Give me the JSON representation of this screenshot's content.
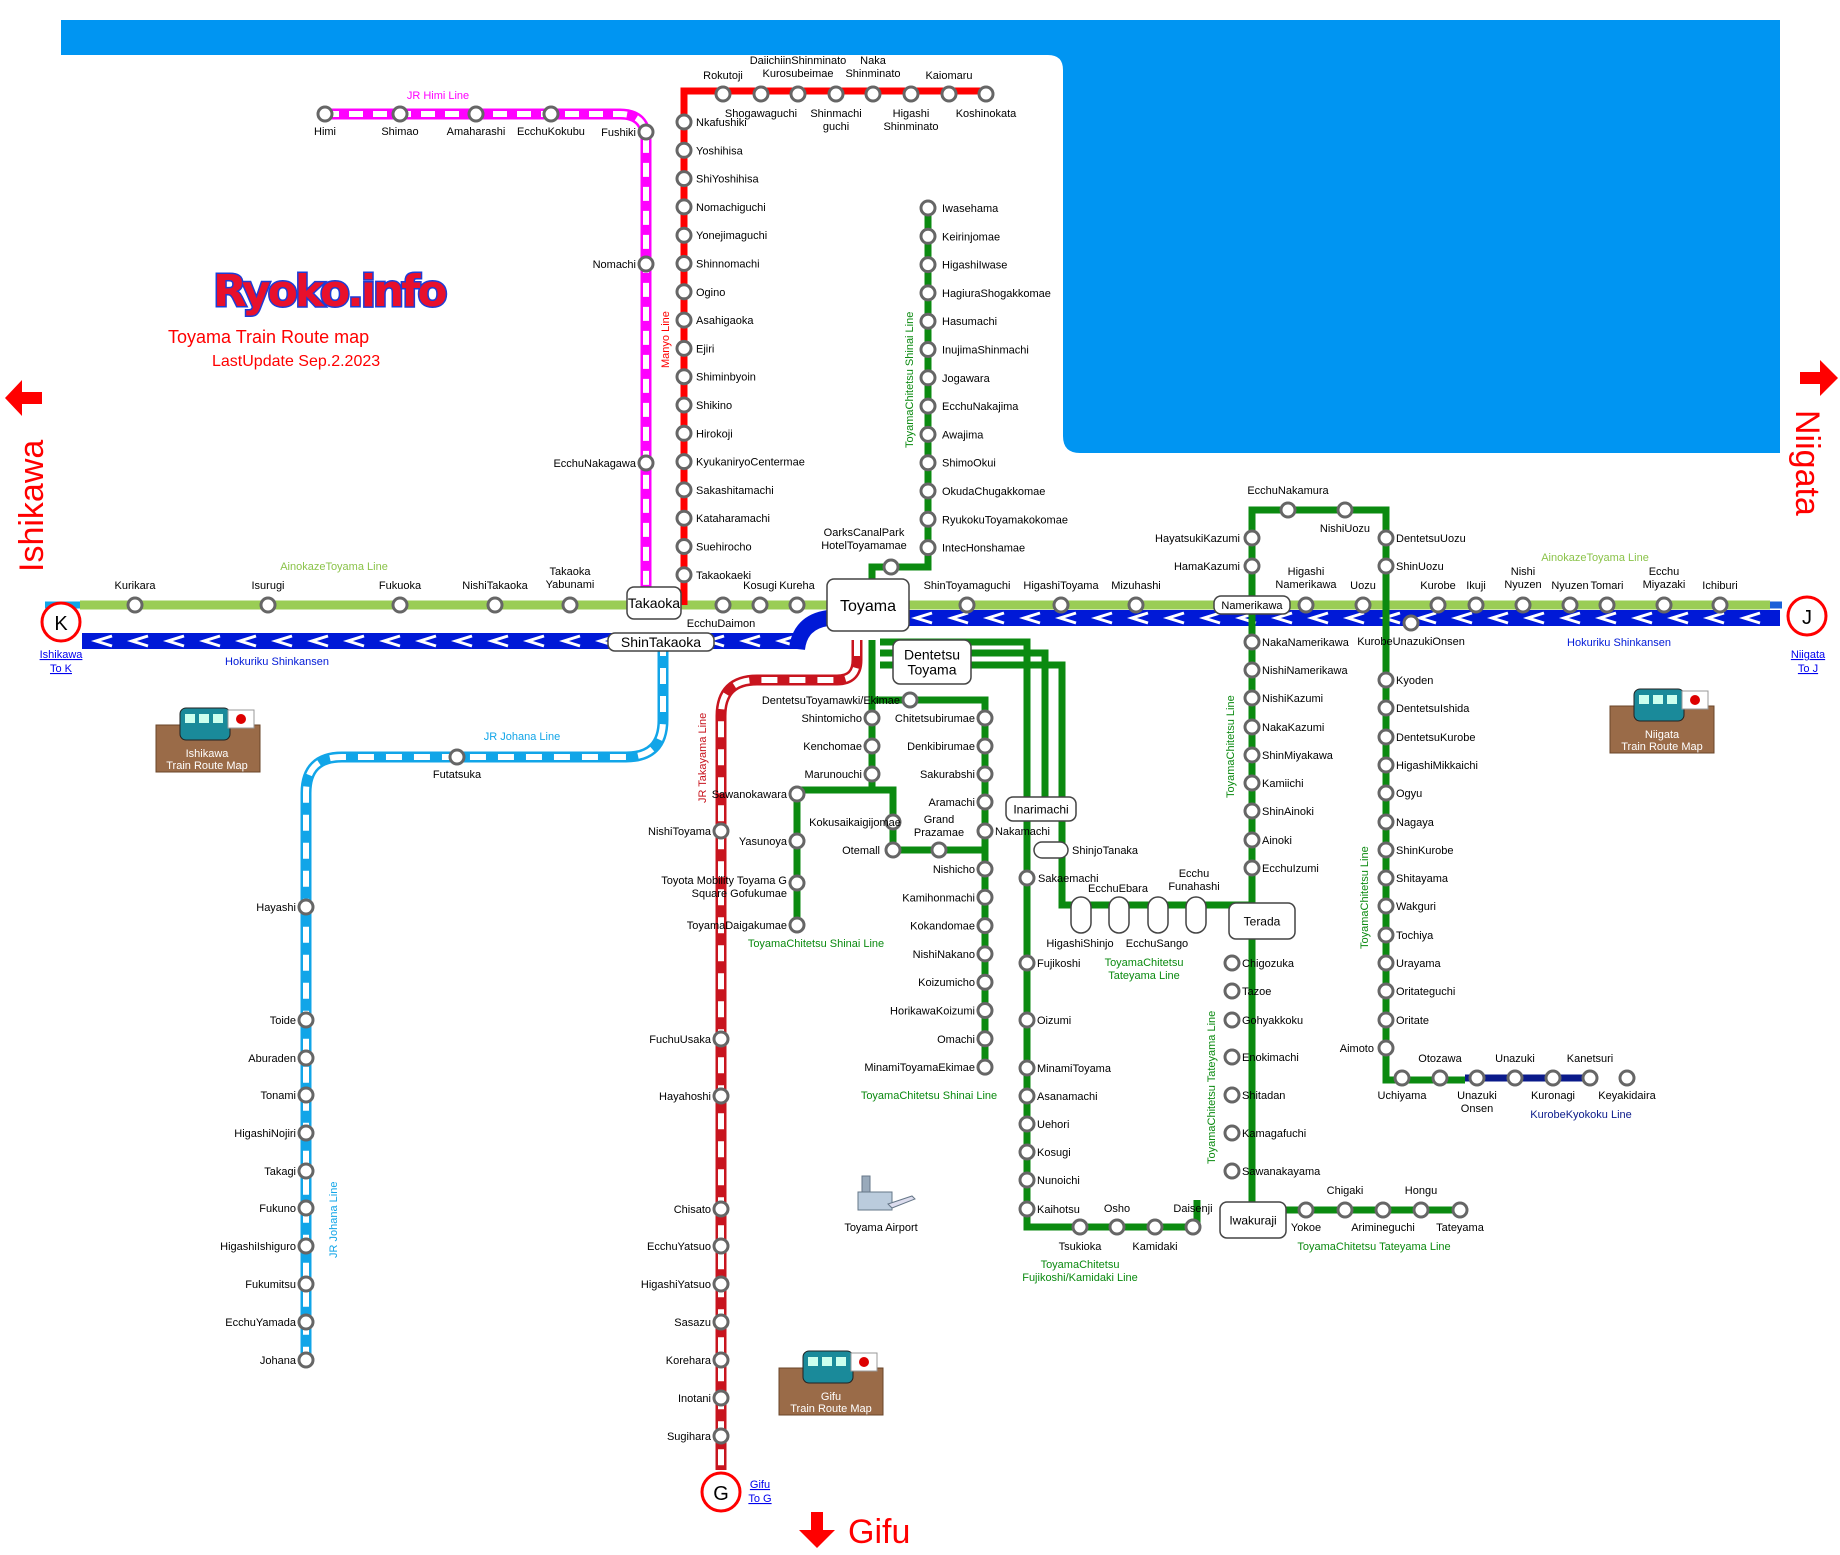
{
  "header": {
    "logo": "Ryoko.info",
    "title": "Toyama Train Route map",
    "updated": "LastUpdate Sep.2.2023"
  },
  "directions": {
    "west": "Ishikawa",
    "east": "Niigata",
    "south": "Gifu",
    "k_letter": "K",
    "j_letter": "J",
    "g_letter": "G",
    "k_link": [
      "Ishikawa",
      "To K"
    ],
    "j_link": [
      "Niigata",
      "To J"
    ],
    "g_link": [
      "Gifu",
      "To G"
    ]
  },
  "map_links": {
    "ishikawa": [
      "Ishikawa",
      "Train Route Map"
    ],
    "niigata": [
      "Niigata",
      "Train Route Map"
    ],
    "gifu": [
      "Gifu",
      "Train Route Map"
    ]
  },
  "airport": "Toyama Airport",
  "colors": {
    "sea": "#0095f2",
    "shinkansen": "#0019d7",
    "ainokaze": "#9acd55",
    "himi": "#ff00ff",
    "johana": "#11a5e8",
    "manyo": "#ff0000",
    "takayama": "#c8141e",
    "chitetsu": "#0b8a10",
    "kyokoku": "#0a1a8a",
    "direction": "#ff0000"
  },
  "line_names": {
    "himi": "JR Himi Line",
    "manyo": "Manyo Line",
    "shinai_vertical": "ToyamaChitetsu Shinai Line",
    "ainokaze_west": "AinokazeToyama Line",
    "ainokaze_east": "AinokazeToyama Line",
    "shinkansen_west": "Hokuriku Shinkansen",
    "shinkansen_east": "Hokuriku Shinkansen",
    "johana_h": "JR Johana Line",
    "johana_v": "JR Johana Line",
    "takayama": "JR Takayama Line",
    "shinai_loop": "ToyamaChitetsu Shinai Line",
    "shinai_south": "ToyamaChitetsu Shinai Line",
    "tateyama_mid": [
      "ToyamaChitetsu",
      "Tateyama Line"
    ],
    "fujikoshi": [
      "ToyamaChitetsu",
      "Fujikoshi/Kamidaki Line"
    ],
    "chitetsu_line_v": "ToyamaChitetsu Line",
    "chitetsu_line_v2": "ToyamaChitetsu Line",
    "tateyama_v": "ToyamaChitetsu Tateyama Line",
    "tateyama_east": "ToyamaChitetsu Tateyama Line",
    "kyokoku": "KurobeKyokoku Line"
  },
  "hubs": {
    "takaoka": "Takaoka",
    "shintakaoka": "ShinTakaoka",
    "toyama": "Toyama",
    "dentetsu": [
      "Dentetsu",
      "Toyama"
    ],
    "namerikawa": "Namerikawa",
    "inarimachi": "Inarimachi",
    "terada": "Terada",
    "iwakuraji": "Iwakuraji"
  },
  "stations": {
    "himi": [
      "Himi",
      "Shimao",
      "Amaharashi",
      "EcchuKokubu",
      "Fushiki"
    ],
    "johana_mid": [
      "Nomachi",
      "EcchuNakagawa"
    ],
    "manyo_top": [
      "Rokutoji",
      "Shogawaguchi",
      "Daiichiin Shinminato",
      "Kurosubeimae",
      "Shinmachi guchi",
      "Naka Shinminato",
      "Higashi Shinminato",
      "Kaiomaru",
      "Koshinokata"
    ],
    "manyo_top_lines": [
      "Rokutoji",
      [
        "Shogawaguchi"
      ],
      [
        "DaiichiinShinminato",
        "Kurosubeimae"
      ],
      [
        "Shinmachi",
        "guchi"
      ],
      [
        "Naka",
        "Shinminato"
      ],
      [
        "Higashi",
        "Shinminato"
      ],
      "Kaiomaru",
      "Koshinokata"
    ],
    "manyo_v": [
      "Nkafushiki",
      "Yoshihisa",
      "ShiYoshihisa",
      "Nomachiguchi",
      "Yonejimaguchi",
      "Shinnomachi",
      "Ogino",
      "Asahigaoka",
      "Ejiri",
      "Shiminbyoin",
      "Shikino",
      "Hirokoji",
      "KyukaniryoCentermae",
      "Sakashitamachi",
      "Kataharamachi",
      "Suehirocho",
      "Takaokaeki"
    ],
    "manyo_bottom": [
      "EcchuDaimon",
      "Kosugi",
      "Kureha"
    ],
    "shinai_v": [
      "Iwasehama",
      "Keirinjomae",
      "HigashiIwase",
      "HagiuraShogakkomae",
      "Hasumachi",
      "InujimaShinmachi",
      "Jogawara",
      "EcchuNakajima",
      "Awajima",
      "ShimoOkui",
      "OkudaChugakkomae",
      "RyukokuToyamakokomae",
      "IntecHonshamae",
      "OarksCanalPark HotelToyamamae"
    ],
    "oarks": [
      "OarksCanalPark",
      "HotelToyamamae"
    ],
    "ainokaze_w": [
      "Kurikara",
      "Isurugi",
      "Fukuoka",
      "NishiTakaoka",
      "Takaoka Yabunami"
    ],
    "takaoka_yabunami": [
      "Takaoka",
      "Yabunami"
    ],
    "ainokaze_e": [
      "ShinToyamaguchi",
      "HigashiToyama",
      "Mizuhashi",
      "Uozu",
      "Kurobe",
      "Ikuji",
      "Nyuzen",
      "Tomari",
      "Ichiburi"
    ],
    "higashi_namerikawa": [
      "Higashi",
      "Namerikawa"
    ],
    "nishi_nyuzen": [
      "Nishi",
      "Nyuzen"
    ],
    "ecchu_miyazaki": [
      "Ecchu",
      "Miyazaki"
    ],
    "johana": [
      "Futatsuka",
      "Hayashi",
      "Toide",
      "Aburaden",
      "Tonami",
      "HigashiNojiri",
      "Takagi",
      "Fukuno",
      "HigashiIshiguro",
      "Fukumitsu",
      "EcchuYamada",
      "Johana"
    ],
    "takayama": [
      "NishiToyama",
      "FuchuUsaka",
      "Hayahoshi",
      "Chisato",
      "EcchuYatsuo",
      "HigashiYatsuo",
      "Sasazu",
      "Korehara",
      "Inotani",
      "Sugihara"
    ],
    "shinai_w": [
      "DentetsuToyamawki/Ekimae",
      "Shintomicho",
      "Kenchomae",
      "Marunouchi",
      "Sawanokawara",
      "Yasunoya",
      "Toyota Mobility Toyama G Square Gofukumae",
      "ToyamaDaigakumae"
    ],
    "toyota": [
      "Toyota Mobility Toyama G",
      "Square Gofukumae"
    ],
    "shinai_loop": [
      "Kokusaikaigijomae",
      "Otemall",
      "Grand Prazamae",
      "Chitetsubiru mae",
      "Denkibirumae",
      "Sakurabshi",
      "Aramachi",
      "Nakamachi"
    ],
    "grand": [
      "Grand",
      "Prazamae"
    ],
    "chitetsubirumae": "Chitetsubirumae",
    "shinai_s": [
      "Nishicho",
      "Kamihonmachi",
      "Kokandomae",
      "NishiNakano",
      "Koizumicho",
      "HorikawaKoizumi",
      "Omachi",
      "MinamiToyamaEkimae"
    ],
    "fujikoshi": [
      "Sakaemachi",
      "Fujikoshi",
      "Oizumi",
      "MinamiToyama",
      "Asanamachi",
      "Uehori",
      "Kosugi",
      "Nunoichi",
      "Kaihotsu",
      "Tsukioka",
      "Osho",
      "Kamidaki",
      "Daisenji"
    ],
    "tateyama_mid": [
      "ShinjoTanaka",
      "HigashiShinjo",
      "EcchuEbara",
      "EcchuSango",
      "Ecchu Funahashi"
    ],
    "ecchu_funahashi": [
      "Ecchu",
      "Funahashi"
    ],
    "chitetsu_v": [
      "EcchuNakamura",
      "NishiUozu",
      "HayatsukiKazumi",
      "HamaKazumi",
      "NakaNamerikawa",
      "NishiNamerikawa",
      "NishiKazumi",
      "NakaKazumi",
      "ShinMiyakawa",
      "Kamiichi",
      "ShinAinoki",
      "Ainoki",
      "EcchuIzumi"
    ],
    "tateyama_v": [
      "Chigozuka",
      "Tazoe",
      "Gohyakkoku",
      "Enokimachi",
      "Shitadan",
      "Kamagafuchi",
      "Sawanakayama"
    ],
    "tateyama_e": [
      "Yokoe",
      "Chigaki",
      "Arimineguchi",
      "Hongu",
      "Tateyama"
    ],
    "chitetsu_e": [
      "DentetsuUozu",
      "ShinUozu",
      "KurobeUnazukiOnsen",
      "Kyoden",
      "DentetsuIshida",
      "DentetsuKurobe",
      "HigashiMikkaichi",
      "Ogyu",
      "Nagaya",
      "ShinKurobe",
      "Shitayama",
      "Wakguri",
      "Tochiya",
      "Urayama",
      "Oritateguchi",
      "Oritate",
      "Aimoto",
      "Uchiyama",
      "Otozawa",
      "Unazuki Onsen"
    ],
    "unazuki_onsen": [
      "Unazuki",
      "Onsen"
    ],
    "kyokoku": [
      "Unazuki",
      "Kuronagi",
      "Kanetsuri",
      "Keyakidaira"
    ]
  }
}
